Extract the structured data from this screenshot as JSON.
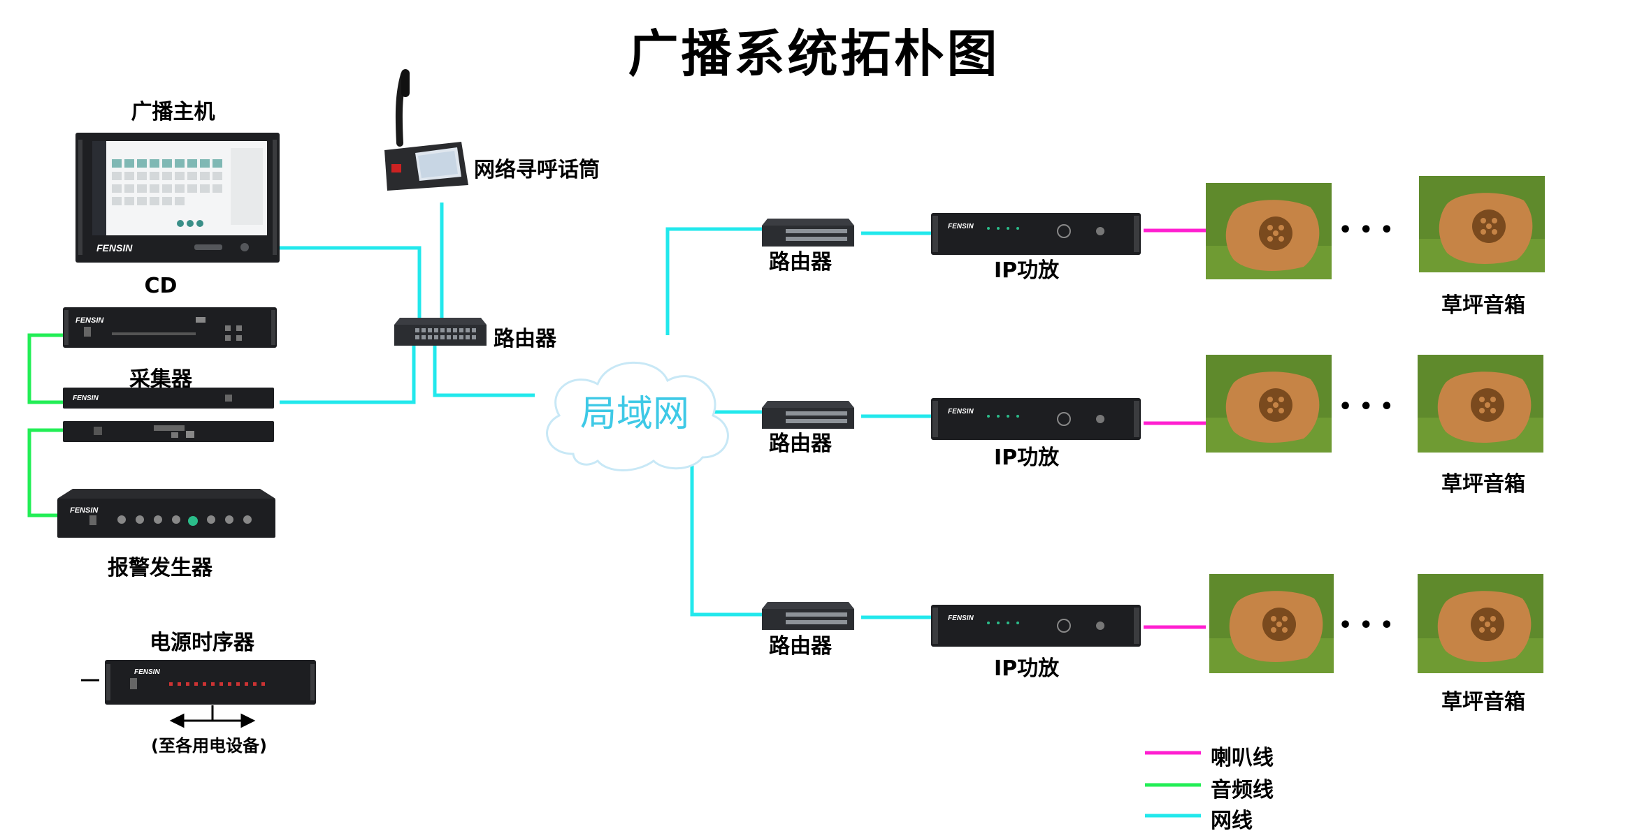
{
  "title": "广播系统拓朴图",
  "colors": {
    "speaker": "#ff1fd0",
    "audio": "#22ee55",
    "network": "#22e8ec"
  },
  "devices": {
    "host": "广播主机",
    "cd": "CD",
    "collector": "采集器",
    "alarm": "报警发生器",
    "sequencer": "电源时序器",
    "sequencer_note": "(至各用电设备)",
    "paging_mic": "网络寻呼话筒",
    "center_router": "路由器",
    "lan": "局域网",
    "brand": "FENSIN"
  },
  "branches": [
    {
      "router": "路由器",
      "amp": "IP功放",
      "speaker": "草坪音箱",
      "ellipsis": "• • •"
    },
    {
      "router": "路由器",
      "amp": "IP功放",
      "speaker": "草坪音箱",
      "ellipsis": "• • •"
    },
    {
      "router": "路由器",
      "amp": "IP功放",
      "speaker": "草坪音箱",
      "ellipsis": "• • •"
    }
  ],
  "legend": [
    {
      "label": "喇叭线",
      "color": "#ff1fd0"
    },
    {
      "label": "音频线",
      "color": "#22ee55"
    },
    {
      "label": "网线",
      "color": "#22e8ec"
    }
  ]
}
